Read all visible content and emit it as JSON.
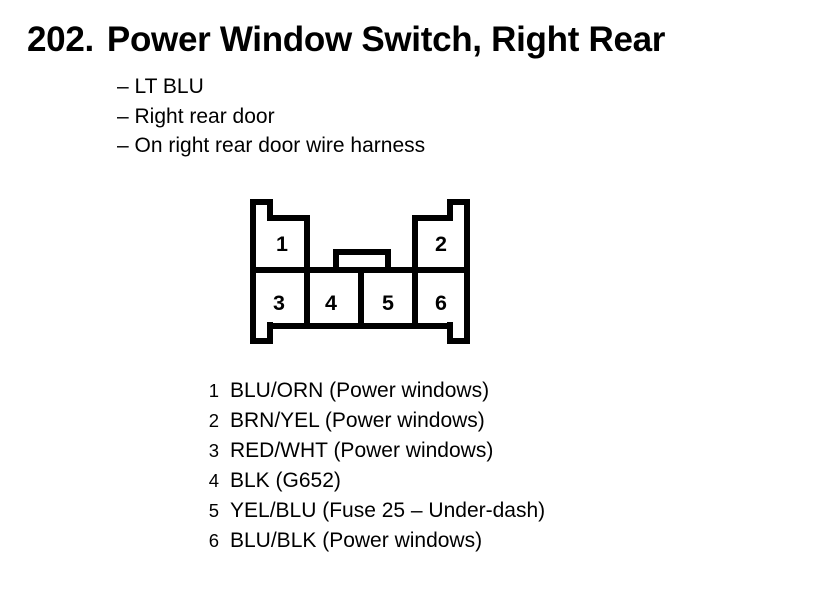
{
  "header": {
    "number": "202.",
    "title": "Power Window Switch, Right Rear"
  },
  "notes": [
    "– LT BLU",
    "– Right rear door",
    "– On right rear door wire harness"
  ],
  "connector": {
    "pins": [
      "1",
      "2",
      "3",
      "4",
      "5",
      "6"
    ]
  },
  "legend": {
    "rows": [
      {
        "pin": "1",
        "desc": "BLU/ORN (Power windows)"
      },
      {
        "pin": "2",
        "desc": "BRN/YEL (Power windows)"
      },
      {
        "pin": "3",
        "desc": "RED/WHT (Power windows)"
      },
      {
        "pin": "4",
        "desc": "BLK (G652)"
      },
      {
        "pin": "5",
        "desc": "YEL/BLU (Fuse 25 – Under-dash)"
      },
      {
        "pin": "6",
        "desc": "BLU/BLK (Power windows)"
      }
    ]
  },
  "colors": {
    "ink": "#000000",
    "background": "#ffffff"
  }
}
